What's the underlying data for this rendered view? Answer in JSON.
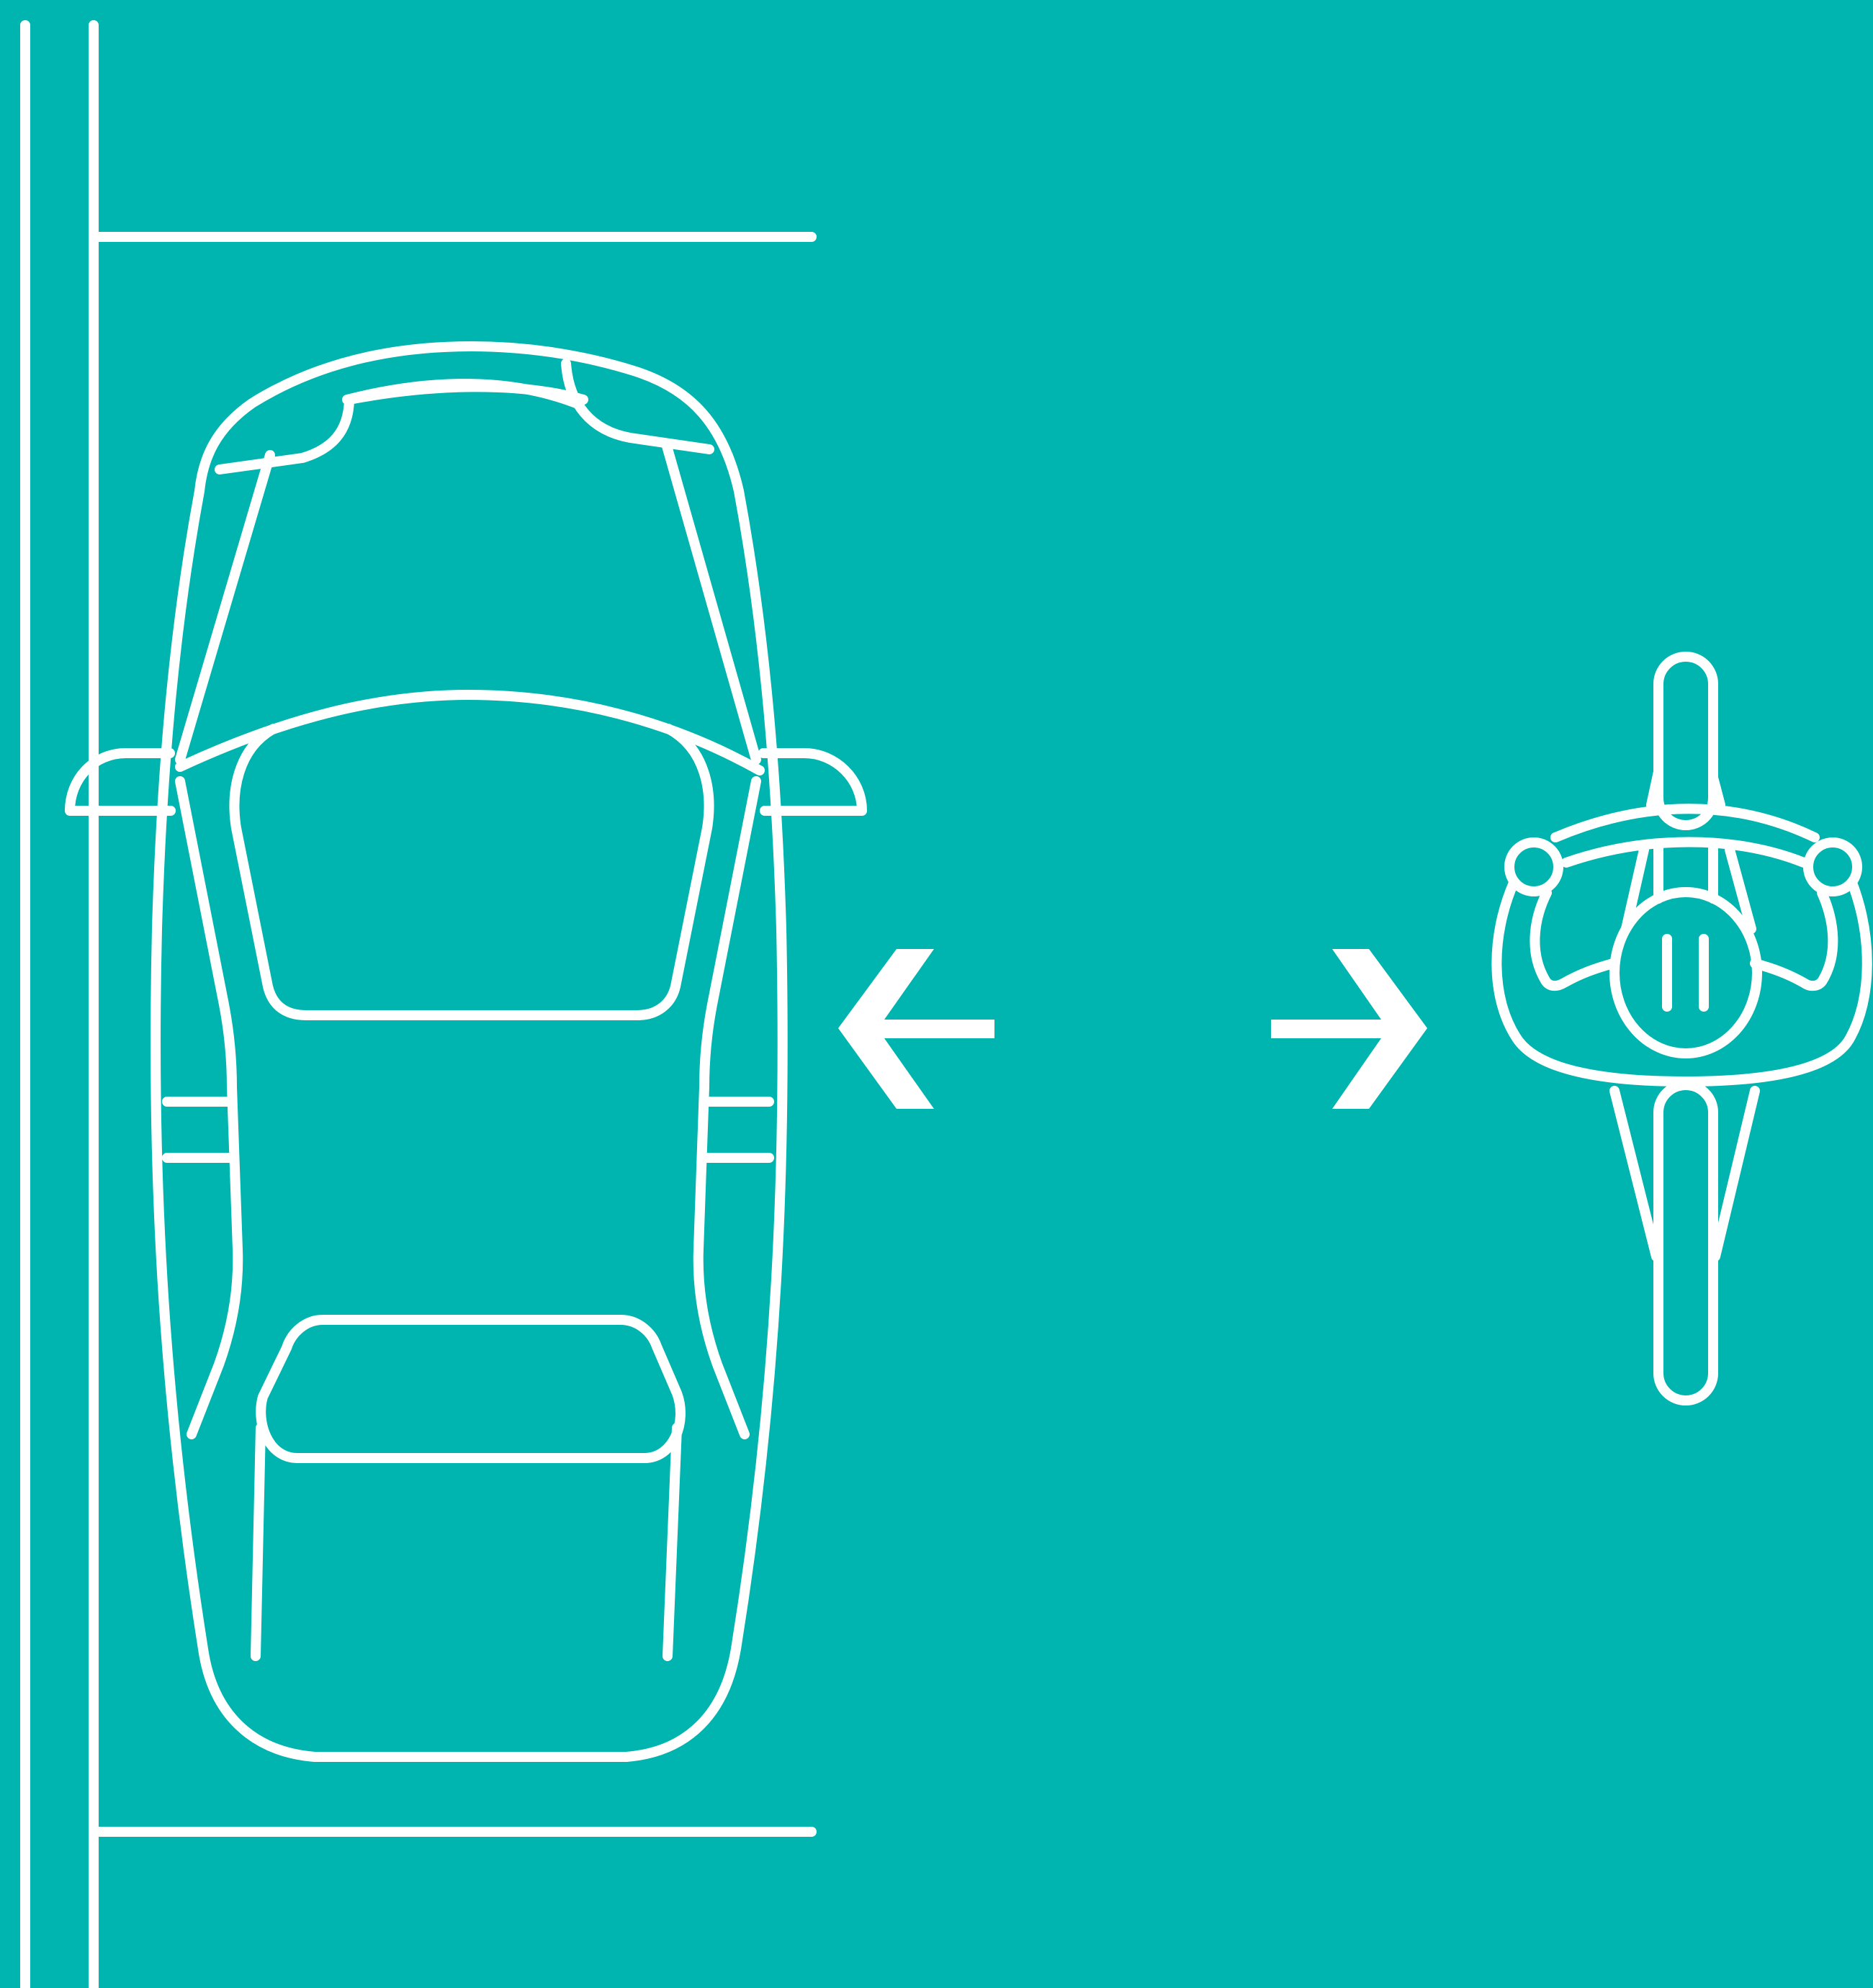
{
  "scene": {
    "background_color": "#00b5af",
    "line_color": "#ffffff",
    "elements": [
      {
        "name": "curb-lines",
        "icon": "road-curb"
      },
      {
        "name": "parking-space-lines",
        "icon": "parking-bay"
      },
      {
        "name": "parked-car",
        "icon": "car-top-view"
      },
      {
        "name": "left-arrow",
        "icon": "arrow-left-icon"
      },
      {
        "name": "right-arrow",
        "icon": "arrow-right-icon"
      },
      {
        "name": "motorcycle-rider",
        "icon": "motorcycle-top-view"
      }
    ]
  }
}
